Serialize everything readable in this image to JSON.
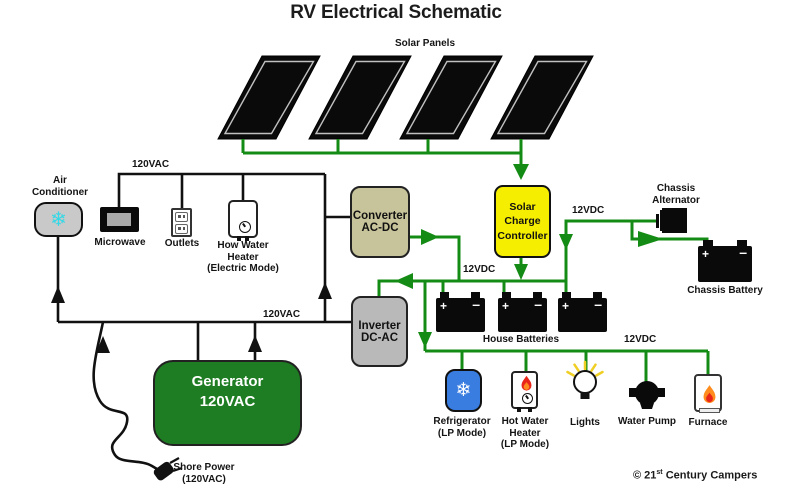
{
  "title": "RV Electrical Schematic",
  "solar": {
    "label": "Solar Panels"
  },
  "ac_system": {
    "bus_top_label": "120VAC",
    "bus_bottom_label": "120VAC",
    "air_conditioner": "Air\nConditioner",
    "microwave": "Microwave",
    "outlets": "Outlets",
    "water_heater_electric": "How Water\nHeater\n(Electric Mode)",
    "generator": "Generator\n120VAC",
    "shore_power": "Shore Power\n(120VAC)"
  },
  "converter": {
    "label": "Converter\nAC-DC"
  },
  "inverter": {
    "label": "Inverter\nDC-AC"
  },
  "charge_controller": {
    "label": "Solar\nCharge\nController"
  },
  "dc_system": {
    "vdc_converter": "12VDC",
    "vdc_alternator": "12VDC",
    "vdc_loads": "12VDC",
    "house_batteries": "House Batteries",
    "chassis_alternator": "Chassis\nAlternator",
    "chassis_battery": "Chassis Battery",
    "battery_plus": "+",
    "battery_minus": "–",
    "refrigerator": "Refrigerator\n(LP Mode)",
    "water_heater_lp": "Hot Water\nHeater\n(LP Mode)",
    "lights": "Lights",
    "water_pump": "Water Pump",
    "furnace": "Furnace"
  },
  "icons": {
    "ac_snowflake": "❄",
    "fridge_snowflake": "❄"
  },
  "footer": {
    "copyright_prefix": "© 21",
    "copyright_sup": "st",
    "copyright_suffix": " Century Campers"
  },
  "colors": {
    "wire_dc": "#148b14",
    "wire_ac": "#111111",
    "controller_yellow": "#f6ee00",
    "generator_green": "#1e7d22",
    "converter_tan": "#c7c39a",
    "inverter_gray": "#b9b9b9",
    "refrigerator_blue": "#3a7de0",
    "snowflake_cyan": "#35d8e6",
    "ray_yellow": "#f0cf25",
    "flame_red": "#e8261a",
    "flame_orange": "#ff8c1e"
  }
}
